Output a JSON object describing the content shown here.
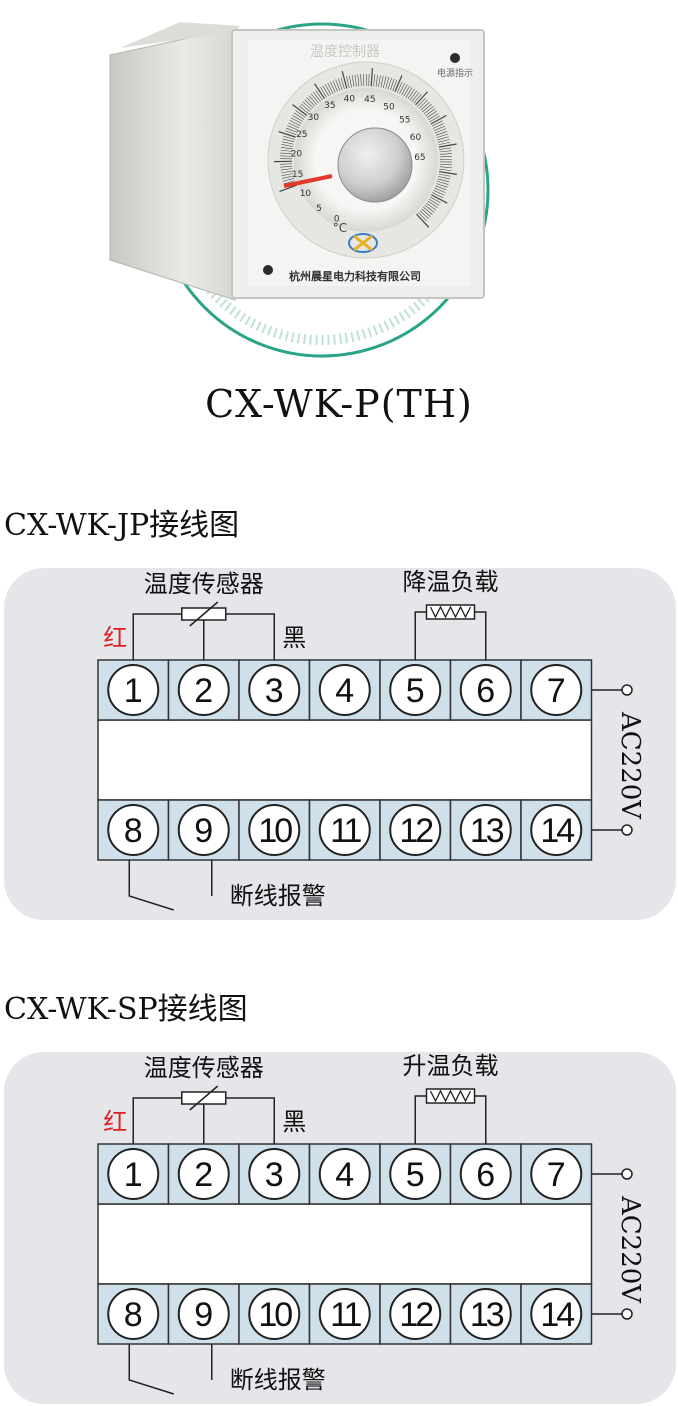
{
  "product": {
    "model": "CX-WK-P(TH)",
    "panel_top_text": "温度控制器",
    "panel_indicator_text": "电源指示",
    "panel_company": "杭州晨星电力科技有限公司",
    "dial_unit": "°C",
    "dial_scale_labels": [
      "0",
      "5",
      "10",
      "15",
      "20",
      "25",
      "30",
      "35",
      "40",
      "45",
      "50",
      "55",
      "60",
      "65"
    ]
  },
  "diagrams": [
    {
      "title": "CX-WK-JP接线图",
      "sensor_label": "温度传感器",
      "load_label": "降温负载",
      "red_label": "红",
      "black_label": "黑",
      "alarm_label": "断线报警",
      "power_label": "AC220V",
      "top_terminals": [
        "1",
        "2",
        "3",
        "4",
        "5",
        "6",
        "7"
      ],
      "bottom_terminals": [
        "8",
        "9",
        "10",
        "11",
        "12",
        "13",
        "14"
      ]
    },
    {
      "title": "CX-WK-SP接线图",
      "sensor_label": "温度传感器",
      "load_label": "升温负载",
      "red_label": "红",
      "black_label": "黑",
      "alarm_label": "断线报警",
      "power_label": "AC220V",
      "top_terminals": [
        "1",
        "2",
        "3",
        "4",
        "5",
        "6",
        "7"
      ],
      "bottom_terminals": [
        "8",
        "9",
        "10",
        "11",
        "12",
        "13",
        "14"
      ]
    }
  ],
  "colors": {
    "terminal_fill": "#cfe0ea",
    "panel_bg": "#e4e6ea",
    "red_label": "#e02020",
    "ring": "#2aa487"
  }
}
